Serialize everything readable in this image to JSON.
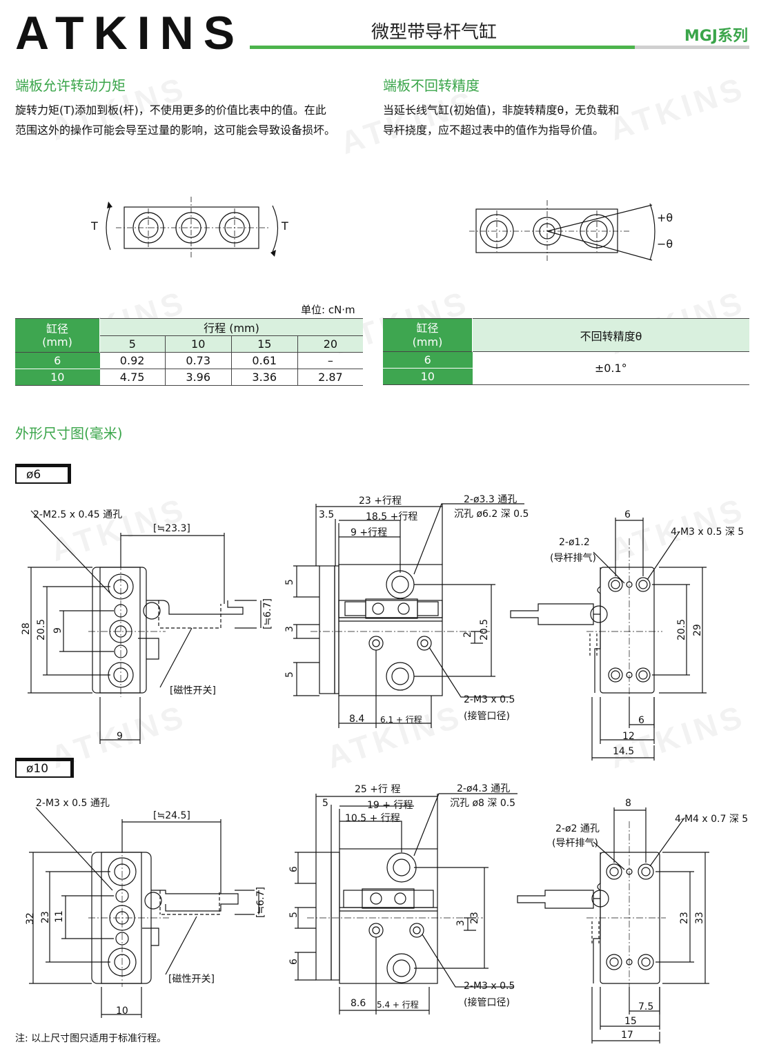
{
  "header": {
    "logo": "ATKINS",
    "product_title": "微型带导杆气缸",
    "series": "MGJ系列"
  },
  "torque_section": {
    "heading": "端板允许转动力矩",
    "line1": "旋转力矩(T)添加到板(杆)，不使用更多的价值比表中的值。在此",
    "line2": "范围这外的操作可能会导至过量的影响，这可能会导致设备损坏。",
    "t_left": "T",
    "t_right": "T",
    "unit": "单位:  cN·m",
    "table": {
      "bore_header": "缸径",
      "bore_unit": "(mm)",
      "stroke_header": "行程 (mm)",
      "strokes": [
        "5",
        "10",
        "15",
        "20"
      ],
      "rows": [
        {
          "bore": "6",
          "values": [
            "0.92",
            "0.73",
            "0.61",
            "–"
          ]
        },
        {
          "bore": "10",
          "values": [
            "4.75",
            "3.96",
            "3.36",
            "2.87"
          ]
        }
      ]
    }
  },
  "accuracy_section": {
    "heading": "端板不回转精度",
    "line1": "当延长线气缸(初始值)，非旋转精度θ，无负载和",
    "line2": "导杆挠度，应不超过表中的值作为指导价值。",
    "plus_theta": "+θ",
    "minus_theta": "−θ",
    "table": {
      "bore_header": "缸径",
      "bore_unit": "(mm)",
      "accuracy_header": "不回转精度θ",
      "bores": [
        "6",
        "10"
      ],
      "value": "±0.1°"
    }
  },
  "dimensions": {
    "heading": "外形尺寸图(毫米)",
    "d6": {
      "label": "ø6",
      "front": {
        "thread": "2-M2.5 x 0.45 通孔",
        "approx": "[≒23.3]",
        "rod": "[≒6.7]",
        "switch": "[磁性开关]",
        "h28": "28",
        "h205": "20.5",
        "h9": "9",
        "w9": "9"
      },
      "side": {
        "total": "23 +行程",
        "mid": "18.5 +行程",
        "inner": "9 +行程",
        "plate": "3.5",
        "hole": "2-ø3.3 通孔",
        "cbore": "沉孔 ø6.2 深 0.5",
        "v5a": "5",
        "v3": "3",
        "v5b": "5",
        "v2": "2",
        "v205": "20.5",
        "port": "2-M3 x 0.5",
        "port_note": "(接管口径)",
        "b84": "8.4",
        "b61": "6.1 + 行程"
      },
      "rear": {
        "w6": "6",
        "vent": "2-ø1.2",
        "vent_note": "(导杆排气)",
        "tap": "4-M3 x 0.5 深 5",
        "h205": "20.5",
        "h29": "29",
        "b6": "6",
        "b12": "12",
        "b145": "14.5"
      }
    },
    "d10": {
      "label": "ø10",
      "front": {
        "thread": "2-M3 x 0.5 通孔",
        "approx": "[≒24.5]",
        "rod": "[≒6.7]",
        "switch": "[磁性开关]",
        "h32": "32",
        "h23": "23",
        "h11": "11",
        "w10": "10"
      },
      "side": {
        "total": "25 +行 程",
        "mid": "19 + 行程",
        "inner": "10.5 + 行程",
        "plate": "5",
        "hole": "2-ø4.3 通孔",
        "cbore": "沉孔 ø8 深 0.5",
        "v6a": "6",
        "v5": "5",
        "v6b": "6",
        "v3": "3",
        "v23": "23",
        "port": "2-M3 x 0.5",
        "port_note": "(接管口径)",
        "b86": "8.6",
        "b54": "5.4 + 行程"
      },
      "rear": {
        "w8": "8",
        "vent": "2-ø2 通孔",
        "vent_note": "(导杆排气)",
        "tap": "4-M4 x 0.7 深 5",
        "h23": "23",
        "h33": "33",
        "b75": "7.5",
        "b15": "15",
        "b17": "17"
      }
    }
  },
  "footer_note": "注: 以上尺寸图只适用于标准行程。"
}
